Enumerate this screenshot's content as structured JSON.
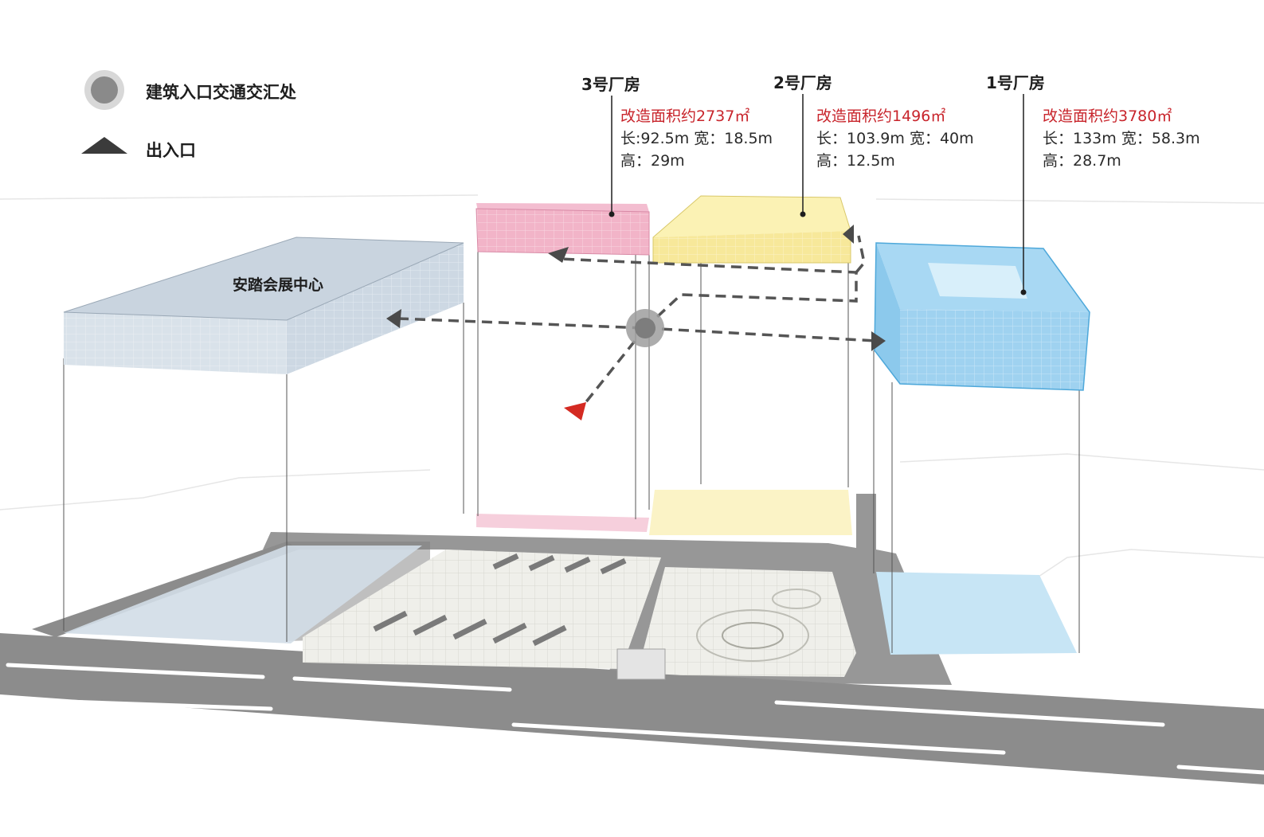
{
  "legend": {
    "intersection_label": "建筑入口交通交汇处",
    "entrance_label": "出入口"
  },
  "expo_center": {
    "name": "安踏会展中心"
  },
  "buildings": [
    {
      "title": "3号厂房",
      "area": "改造面积约2737㎡",
      "length_width": "长:92.5m 宽：18.5m",
      "height": "高：29m",
      "color": "#f2b4c8"
    },
    {
      "title": "2号厂房",
      "area": "改造面积约1496㎡",
      "length_width": "长：103.9m 宽：40m",
      "height": "高：12.5m",
      "color": "#fbf0a8"
    },
    {
      "title": "1号厂房",
      "area": "改造面积约3780㎡",
      "length_width": "长：133m 宽：58.3m",
      "height": "高：28.7m",
      "color": "#9fd2f0"
    }
  ],
  "colors": {
    "area_text": "#c8242b",
    "road": "#8a8a8a",
    "route": "#555555",
    "marker": "#808080",
    "entrance_red": "#d42a22",
    "expo": "#c8d3de"
  },
  "icons": {
    "intersection": "circle-marker-icon",
    "entrance": "triangle-icon"
  }
}
